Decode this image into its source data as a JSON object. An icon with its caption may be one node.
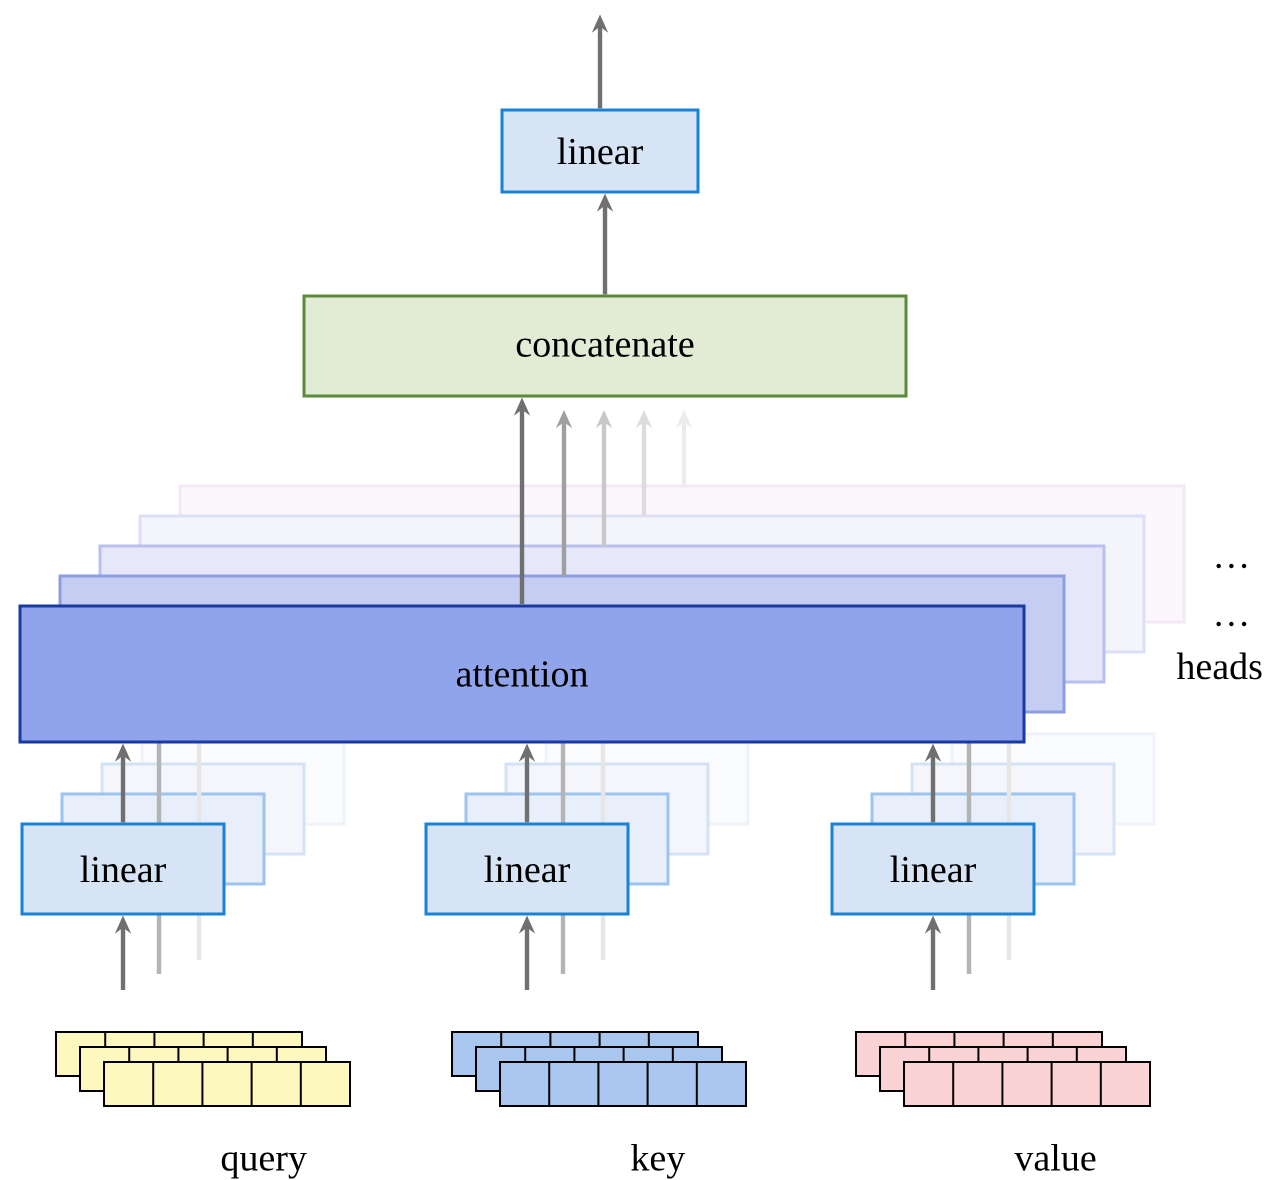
{
  "diagram": {
    "nodes": [
      {
        "text": [
          "linear"
        ]
      },
      {
        "text": [
          "concatenate"
        ]
      },
      {
        "text": [
          "attention"
        ]
      },
      {
        "text": [
          "linear"
        ]
      },
      {
        "text": [
          "linear"
        ]
      },
      {
        "text": [
          "linear"
        ]
      },
      {
        "text": [
          "query"
        ]
      },
      {
        "text": [
          "key"
        ]
      },
      {
        "text": [
          "value"
        ]
      }
    ],
    "edges": [
      {
        "from": 6,
        "to": 3,
        "arrow": "to"
      },
      {
        "from": 7,
        "to": 4,
        "arrow": "to"
      },
      {
        "from": 8,
        "to": 5,
        "arrow": "to"
      },
      {
        "from": 3,
        "to": 2,
        "arrow": "to"
      },
      {
        "from": 4,
        "to": 2,
        "arrow": "to"
      },
      {
        "from": 5,
        "to": 2,
        "arrow": "to"
      },
      {
        "from": 2,
        "to": 1,
        "arrow": "to"
      },
      {
        "from": 1,
        "to": 0,
        "arrow": "to"
      },
      {
        "from": 0,
        "to": null,
        "arrow": "to"
      }
    ],
    "labels": [
      "…",
      "…",
      "heads"
    ]
  }
}
